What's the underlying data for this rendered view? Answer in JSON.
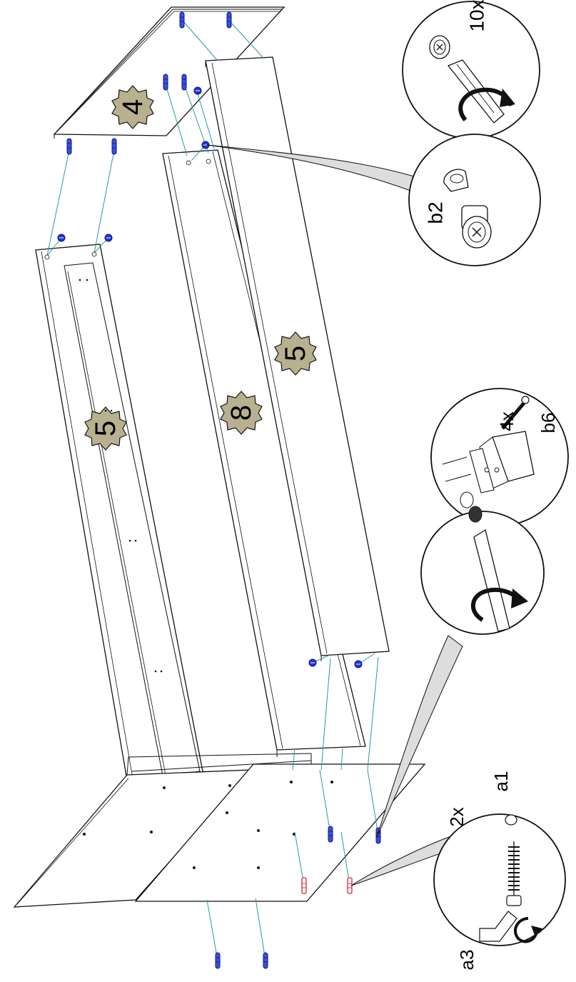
{
  "parts": {
    "panel_4": "4",
    "rail_5_left": "5",
    "rail_8": "8",
    "rail_5_right": "5"
  },
  "callouts": {
    "top_right": {
      "quantity": "10x"
    },
    "cam_lock": {
      "code": "b2"
    },
    "dowel_screw": {
      "quantity": "4x",
      "code": "b6"
    },
    "bolt": {
      "quantity": "2x",
      "code": "a1",
      "tool": "a3"
    }
  },
  "colors": {
    "line": "#111111",
    "badge_fill": "#b9b08f",
    "connector": "#2a9aa0",
    "fastener_blue": "#2233dd",
    "fastener_red": "#dd3344",
    "pointer_fill": "#dddddd"
  },
  "icons": [
    "screwdriver-icon",
    "rotate-arrow-icon",
    "cam-lock-icon",
    "dowel-icon",
    "screw-icon",
    "allen-key-icon"
  ]
}
